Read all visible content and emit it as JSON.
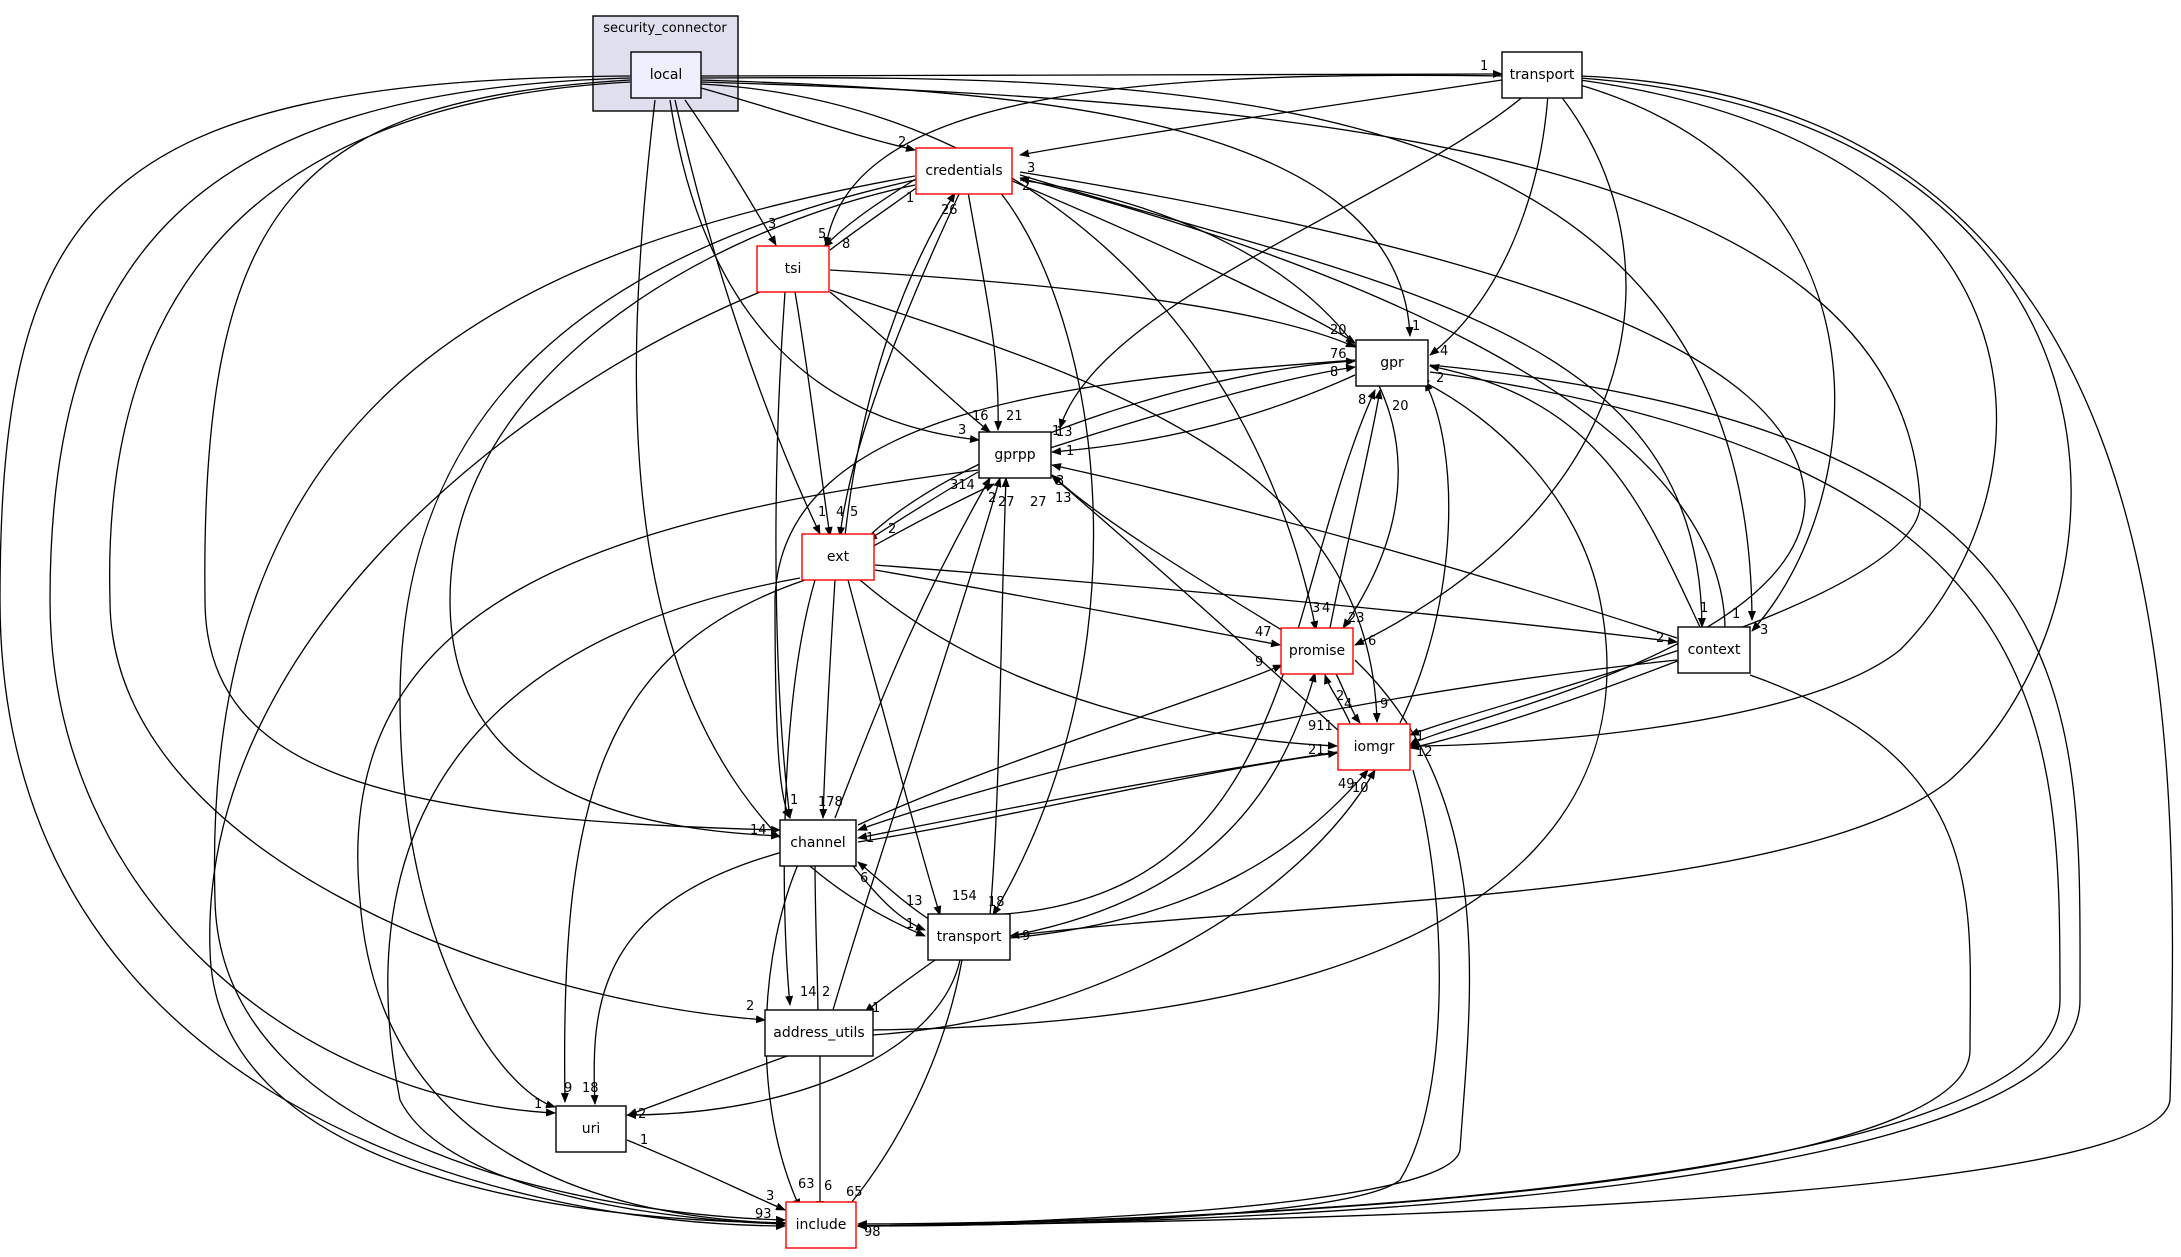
{
  "cluster": {
    "title": "security_connector"
  },
  "nodes": {
    "local": "local",
    "transport_top": "transport",
    "credentials": "credentials",
    "tsi": "tsi",
    "gpr": "gpr",
    "gprpp": "gprpp",
    "ext": "ext",
    "promise": "promise",
    "context": "context",
    "iomgr": "iomgr",
    "channel": "channel",
    "transport": "transport",
    "address_utils": "address_utils",
    "uri": "uri",
    "include": "include"
  },
  "edge_labels": [
    "1",
    "2",
    "3",
    "3",
    "5",
    "8",
    "1",
    "26",
    "2",
    "20",
    "1",
    "16",
    "21",
    "3",
    "1",
    "4",
    "76",
    "8",
    "8",
    "2",
    "20",
    "13",
    "1",
    "3",
    "314",
    "2",
    "2",
    "27",
    "27",
    "13",
    "1",
    "4",
    "5",
    "4",
    "3",
    "3",
    "23",
    "6",
    "1",
    "1",
    "2",
    "47",
    "9",
    "2",
    "4",
    "9",
    "911",
    "21",
    "1",
    "12",
    "49",
    "10",
    "1",
    "178",
    "14",
    "1",
    "6",
    "13",
    "154",
    "18",
    "1",
    "9",
    "14",
    "2",
    "2",
    "1",
    "9",
    "18",
    "1",
    "2",
    "1",
    "3",
    "63",
    "6",
    "65",
    "93",
    "98"
  ],
  "colors": {
    "cluster_fill": "#dfdfee",
    "local_fill": "#eeeefd",
    "red_border": "#ff0000"
  }
}
